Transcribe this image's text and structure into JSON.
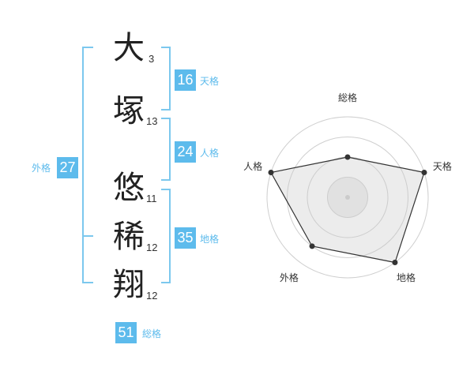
{
  "name_chars": [
    {
      "char": "大",
      "strokes": "3"
    },
    {
      "char": "塚",
      "strokes": "13"
    },
    {
      "char": "悠",
      "strokes": "11"
    },
    {
      "char": "稀",
      "strokes": "12"
    },
    {
      "char": "翔",
      "strokes": "12"
    }
  ],
  "fortune": {
    "tenkaku": {
      "value": "16",
      "label": "天格"
    },
    "jinkaku": {
      "value": "24",
      "label": "人格"
    },
    "chikaku": {
      "value": "35",
      "label": "地格"
    },
    "gaikaku": {
      "value": "27",
      "label": "外格"
    },
    "soukaku": {
      "value": "51",
      "label": "総格"
    }
  },
  "colors": {
    "accent": "#5dbbec",
    "bracket": "#7cc8ee",
    "radar_fill": "#e8e8e8"
  },
  "chart_data": {
    "type": "radar",
    "axes": [
      "総格",
      "天格",
      "地格",
      "外格",
      "人格"
    ],
    "rings": 4,
    "values": [
      2,
      4,
      4,
      3,
      4
    ],
    "max": 4
  }
}
